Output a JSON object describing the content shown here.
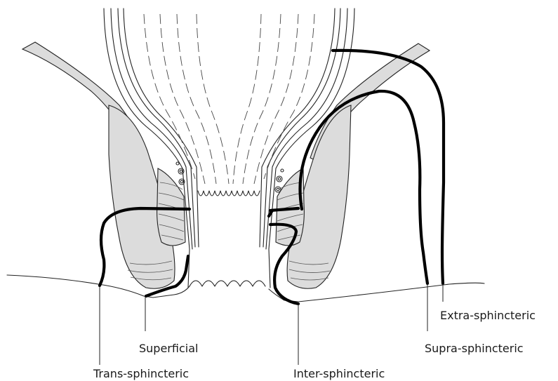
{
  "labels": {
    "extra_sphincteric": "Extra-sphincteric",
    "supra_sphincteric": "Supra-sphincteric",
    "superficial": "Superficial",
    "trans_sphincteric": "Trans-sphincteric",
    "inter_sphincteric": "Inter-sphincteric"
  },
  "colors": {
    "muscle_fill": "#dcdcdc",
    "line": "#222222",
    "fistula_tract": "#000000"
  }
}
